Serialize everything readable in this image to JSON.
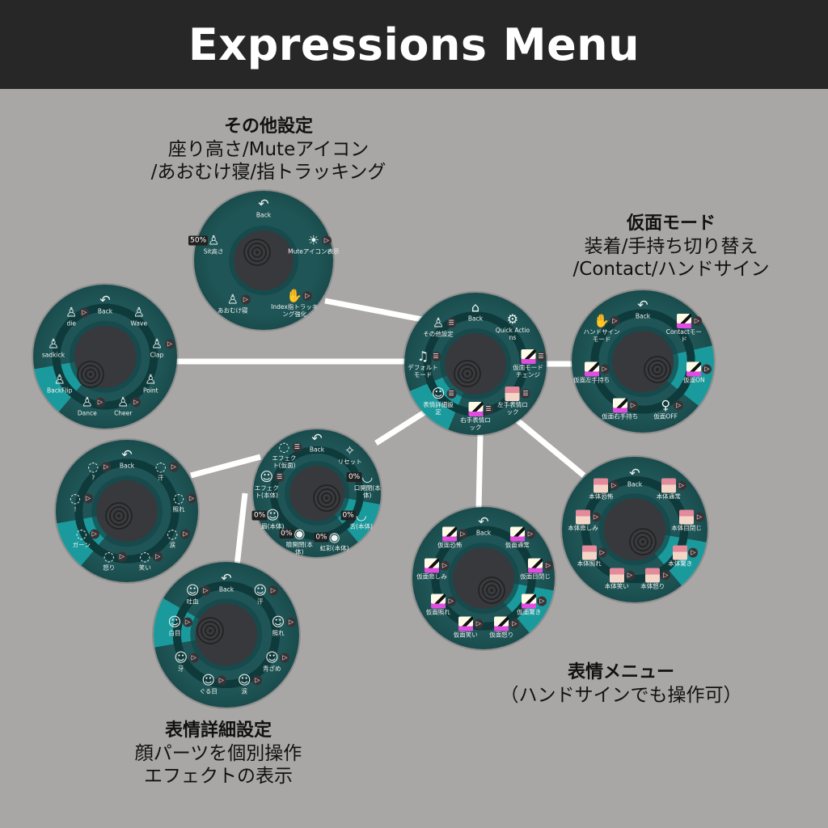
{
  "header": {
    "title": "Expressions Menu"
  },
  "colors": {
    "background": "#a8a7a6",
    "header": "#272727",
    "ring_outer": "#0f3a3b",
    "ring_inner": "#1f5556",
    "highlight": "#1a9a9c",
    "center": "#38393d",
    "connector": "#ffffff"
  },
  "notes": [
    {
      "title": "その他設定",
      "lines": [
        "座り高さ/Muteアイコン",
        "/あおむけ寝/指トラッキング"
      ]
    },
    {
      "title": "仮面モード",
      "lines": [
        "装着/手持ち切り替え",
        "/Contact/ハンドサイン"
      ]
    },
    {
      "title": "表情メニュー",
      "lines": [
        "（ハンドサインでも操作可）"
      ]
    },
    {
      "title": "表情詳細設定",
      "lines": [
        "顔パーツを個別操作",
        "エフェクトの表示"
      ]
    }
  ],
  "menus": [
    {
      "id": "other-settings",
      "selected": null,
      "items": [
        {
          "label": "Back",
          "icon": "back"
        },
        {
          "label": "Muteアイコン表示",
          "icon": "bulb",
          "toggle": true
        },
        {
          "label": "Index指トラッキング強化",
          "icon": "hand",
          "toggle": true
        },
        {
          "label": "あおむけ寝",
          "icon": "person",
          "toggle": true
        },
        {
          "label": "Sit高さ",
          "icon": "person",
          "value": "50%"
        }
      ]
    },
    {
      "id": "gestures",
      "selected": 6,
      "items": [
        {
          "label": "Back",
          "icon": "back"
        },
        {
          "label": "Wave",
          "icon": "person"
        },
        {
          "label": "Clap",
          "icon": "person",
          "toggle": true
        },
        {
          "label": "Point",
          "icon": "person"
        },
        {
          "label": "Cheer",
          "icon": "person",
          "toggle": true
        },
        {
          "label": "Dance",
          "icon": "person",
          "toggle": true
        },
        {
          "label": "BackFlip",
          "icon": "person"
        },
        {
          "label": "sadkick",
          "icon": "person"
        },
        {
          "label": "die",
          "icon": "person",
          "toggle": true
        }
      ]
    },
    {
      "id": "main",
      "selected": 5,
      "items": [
        {
          "label": "Back",
          "icon": "home-back"
        },
        {
          "label": "Quick Actions",
          "icon": "gear"
        },
        {
          "label": "仮面モードチェンジ",
          "icon": "mask-thumb",
          "submenu": true
        },
        {
          "label": "左手表情ロック",
          "icon": "body-thumb",
          "submenu": true
        },
        {
          "label": "右手表情ロック",
          "icon": "mask-thumb",
          "submenu": true
        },
        {
          "label": "表情詳細設定",
          "icon": "face",
          "submenu": true
        },
        {
          "label": "デフォルトモード",
          "icon": "dance",
          "submenu": true
        },
        {
          "label": "その他設定",
          "icon": "person",
          "submenu": true
        }
      ]
    },
    {
      "id": "mask-mode",
      "selected": 2,
      "items": [
        {
          "label": "Back",
          "icon": "back"
        },
        {
          "label": "Contactモード",
          "icon": "mask-thumb",
          "toggle": true
        },
        {
          "label": "仮面ON",
          "icon": "mask-thumb",
          "toggle": true
        },
        {
          "label": "仮面OFF",
          "icon": "stick",
          "toggle": true
        },
        {
          "label": "仮面右手持ち",
          "icon": "mask-thumb",
          "toggle": true
        },
        {
          "label": "仮面左手持ち",
          "icon": "mask-thumb",
          "toggle": true
        },
        {
          "label": "ハンドサインモード",
          "icon": "hand",
          "toggle": true
        }
      ]
    },
    {
      "id": "face-details",
      "selected": 3,
      "items": [
        {
          "label": "Back",
          "icon": "back"
        },
        {
          "label": "リセット",
          "icon": "wand"
        },
        {
          "label": "口開閉(本体)",
          "icon": "mouth",
          "value": "0%"
        },
        {
          "label": "舌(本体)",
          "icon": "mouth",
          "value": "0%"
        },
        {
          "label": "虹彩(本体)",
          "icon": "eye",
          "value": "0%"
        },
        {
          "label": "瞼開閉(本体)",
          "icon": "eye",
          "value": "0%"
        },
        {
          "label": "眉(本体)",
          "icon": "face",
          "value": "0%"
        },
        {
          "label": "エフェクト(本体)",
          "icon": "face",
          "submenu": true
        },
        {
          "label": "エフェクト(仮面)",
          "icon": "head",
          "submenu": true
        }
      ]
    },
    {
      "id": "effects",
      "selected": 6,
      "items": [
        {
          "label": "Back",
          "icon": "back"
        },
        {
          "label": "汗",
          "icon": "head",
          "toggle": true
        },
        {
          "label": "照れ",
          "icon": "head",
          "toggle": true
        },
        {
          "label": "涙",
          "icon": "head",
          "toggle": true
        },
        {
          "label": "笑い",
          "icon": "head",
          "toggle": true
        },
        {
          "label": "怒り",
          "icon": "head",
          "toggle": true
        },
        {
          "label": "ガーン",
          "icon": "head",
          "toggle": true
        },
        {
          "label": "!",
          "icon": "head",
          "toggle": true
        },
        {
          "label": "?",
          "icon": "head",
          "toggle": true
        }
      ]
    },
    {
      "id": "face-effects",
      "selected": 7,
      "items": [
        {
          "label": "Back",
          "icon": "back"
        },
        {
          "label": "汗",
          "icon": "face",
          "toggle": true
        },
        {
          "label": "照れ",
          "icon": "face",
          "toggle": true
        },
        {
          "label": "青ざめ",
          "icon": "face",
          "toggle": true
        },
        {
          "label": "涙",
          "icon": "face",
          "toggle": true
        },
        {
          "label": "ぐる目",
          "icon": "face",
          "toggle": true
        },
        {
          "label": "牙",
          "icon": "face",
          "toggle": true
        },
        {
          "label": "白目",
          "icon": "face",
          "toggle": true
        },
        {
          "label": "吐血",
          "icon": "face",
          "toggle": true
        }
      ]
    },
    {
      "id": "mask-expressions",
      "selected": 3,
      "items": [
        {
          "label": "Back",
          "icon": "back"
        },
        {
          "label": "仮面通常",
          "icon": "mask-thumb",
          "toggle": true
        },
        {
          "label": "仮面目閉じ",
          "icon": "mask-thumb",
          "toggle": true
        },
        {
          "label": "仮面驚き",
          "icon": "mask-thumb",
          "toggle": true
        },
        {
          "label": "仮面怒り",
          "icon": "mask-thumb",
          "toggle": true
        },
        {
          "label": "仮面笑い",
          "icon": "mask-thumb",
          "toggle": true
        },
        {
          "label": "仮面照れ",
          "icon": "mask-thumb",
          "toggle": true
        },
        {
          "label": "仮面悲しみ",
          "icon": "mask-thumb",
          "toggle": true
        },
        {
          "label": "仮面恐怖",
          "icon": "mask-thumb",
          "toggle": true
        }
      ]
    },
    {
      "id": "body-expressions",
      "selected": 3,
      "items": [
        {
          "label": "Back",
          "icon": "back"
        },
        {
          "label": "本体通常",
          "icon": "body-thumb",
          "toggle": true
        },
        {
          "label": "本体目閉じ",
          "icon": "body-thumb",
          "toggle": true
        },
        {
          "label": "本体驚き",
          "icon": "body-thumb",
          "toggle": true
        },
        {
          "label": "本体怒り",
          "icon": "body-thumb",
          "toggle": true
        },
        {
          "label": "本体笑い",
          "icon": "body-thumb",
          "toggle": true
        },
        {
          "label": "本体照れ",
          "icon": "body-thumb",
          "toggle": true
        },
        {
          "label": "本体悲しみ",
          "icon": "body-thumb",
          "toggle": true
        },
        {
          "label": "本体恐怖",
          "icon": "body-thumb",
          "toggle": true
        }
      ]
    }
  ]
}
